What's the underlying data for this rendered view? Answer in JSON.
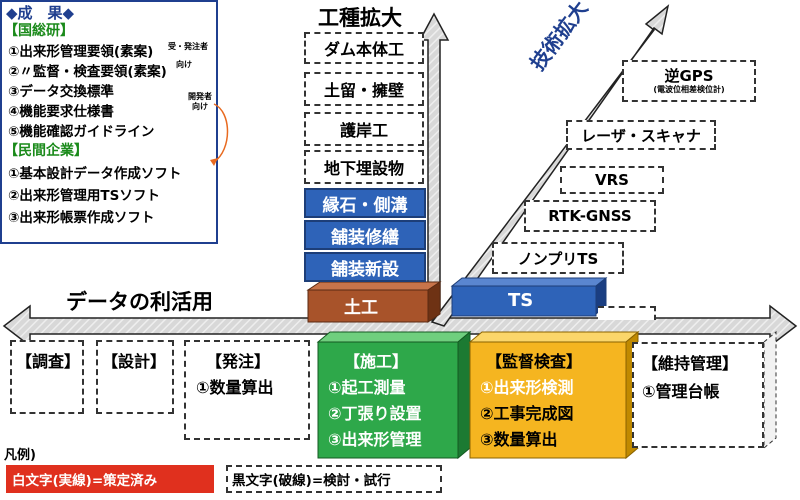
{
  "results": {
    "title": "◆成　果◆",
    "kokusoken_header": "【国総研】",
    "kokusoken_items": [
      "①出来形管理要領(素案)",
      "②〃監督・検査要領(素案)",
      "③データ交換標準",
      "④機能要求仕様書",
      "⑤機能確認ガイドライン"
    ],
    "note_client_contractor_1": "受・発注者",
    "note_client_contractor_2": "向け",
    "note_developer_1": "開発者",
    "note_developer_2": "向け",
    "private_header": "【民間企業】",
    "private_items": [
      "①基本設計データ作成ソフト",
      "②出来形管理用TSソフト",
      "③出来形帳票作成ソフト"
    ]
  },
  "axes": {
    "construction_expansion": "工種拡大",
    "technology_expansion": "技術拡大",
    "data_utilization": "データの利活用"
  },
  "work_types_pending": [
    "ダム本体工",
    "土留・擁壁",
    "護岸工",
    "地下埋設物"
  ],
  "work_types_done": [
    "縁石・側溝",
    "舗装修繕",
    "舗装新設"
  ],
  "earthwork_label": "土工",
  "tech_pending": [
    "逆GPS",
    "レーザ・スキャナ",
    "VRS",
    "RTK-GNSS",
    "ノンプリTS"
  ],
  "gps_note": "(電波位相差検位計)",
  "ts_label": "TS",
  "stages": {
    "survey": "【調査】",
    "design": "【設計】",
    "order": "【発注】",
    "order_items": [
      "①数量算出"
    ],
    "construction": "【施工】",
    "construction_items": [
      "①起工測量",
      "②丁張り設置",
      "③出来形管理"
    ],
    "inspection": "【監督検査】",
    "inspection_items": [
      "①出来形検測",
      "②工事完成図",
      "③数量算出"
    ],
    "maintenance": "【維持管理】",
    "maintenance_items": [
      "①管理台帳"
    ]
  },
  "legend": {
    "title": "凡例)",
    "established": "白文字(実線)=策定済み",
    "under_review": "黒文字(破線)=検討・試行"
  },
  "colors": {
    "blue": "#2e63b8",
    "brown": "#a8532a",
    "green": "#2ea84a",
    "orange": "#f5b520",
    "red": "#e0301e",
    "title_blue": "#1f3f8f",
    "section_green": "#1a8a1a"
  }
}
